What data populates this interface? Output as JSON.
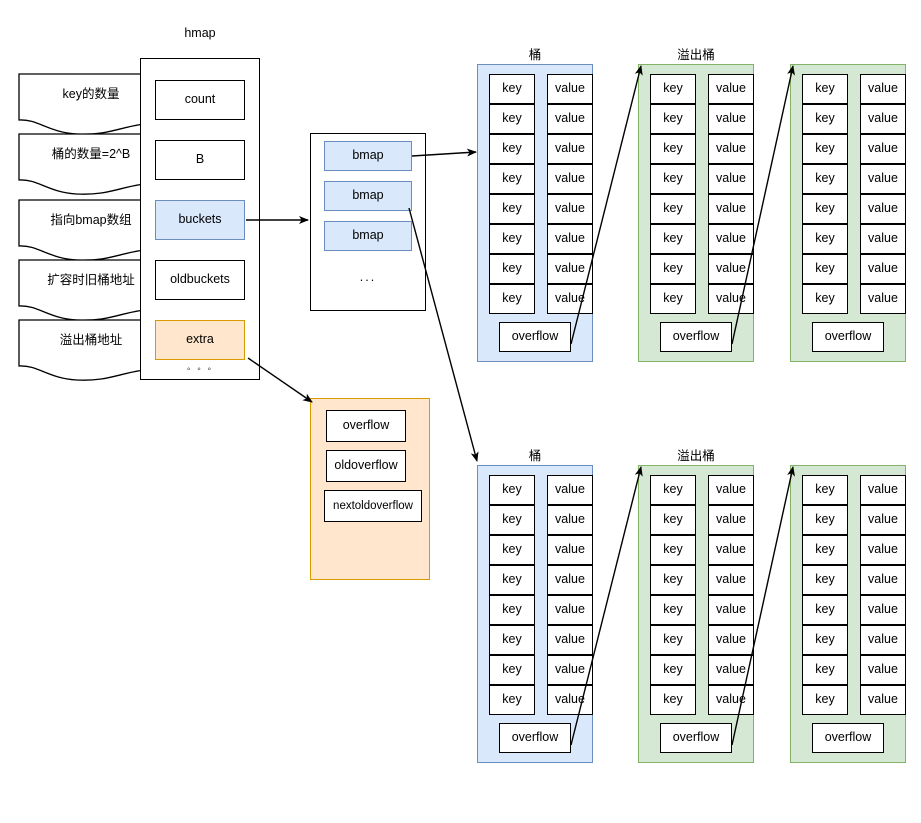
{
  "diagram": {
    "title": "hmap",
    "hmap": {
      "label": "hmap",
      "fields": [
        {
          "name": "count",
          "style": "plain"
        },
        {
          "name": "B",
          "style": "plain"
        },
        {
          "name": "buckets",
          "style": "blue"
        },
        {
          "name": "oldbuckets",
          "style": "plain"
        },
        {
          "name": "extra",
          "style": "orange"
        }
      ],
      "ellipsis": "◦ ◦ ◦"
    },
    "annotations": [
      {
        "text": "key的数量",
        "for": "count"
      },
      {
        "text": "桶的数量=2^B",
        "for": "B"
      },
      {
        "text": "指向bmap数组",
        "for": "buckets"
      },
      {
        "text": "扩容时旧桶地址",
        "for": "oldbuckets"
      },
      {
        "text": "溢出桶地址",
        "for": "extra"
      }
    ],
    "bmap_array": {
      "items": [
        "bmap",
        "bmap",
        "bmap"
      ],
      "ellipsis": "..."
    },
    "extra_struct": {
      "fields": [
        "overflow",
        "oldoverflow",
        "nextoldoverflow"
      ]
    },
    "bucket_label": "桶",
    "overflow_bucket_label": "溢出桶",
    "cell_key_label": "key",
    "cell_value_label": "value",
    "overflow_label": "overflow",
    "bucket_rows": 8,
    "rows": [
      {
        "bucket": {
          "label": "桶",
          "rows": 8,
          "overflow": "overflow"
        },
        "overflow_buckets": [
          {
            "label": "溢出桶",
            "rows": 8,
            "overflow": "overflow"
          },
          {
            "label": "",
            "rows": 8,
            "overflow": "overflow"
          }
        ]
      },
      {
        "bucket": {
          "label": "桶",
          "rows": 8,
          "overflow": "overflow"
        },
        "overflow_buckets": [
          {
            "label": "溢出桶",
            "rows": 8,
            "overflow": "overflow"
          },
          {
            "label": "",
            "rows": 8,
            "overflow": "overflow"
          }
        ]
      }
    ]
  },
  "colors": {
    "blue_fill": "#dae8fc",
    "blue_stroke": "#6c8ebf",
    "orange_fill": "#ffe6cc",
    "orange_stroke": "#d79b00",
    "green_fill": "#d5e8d4",
    "green_stroke": "#82b366",
    "black": "#000000",
    "white": "#ffffff"
  }
}
